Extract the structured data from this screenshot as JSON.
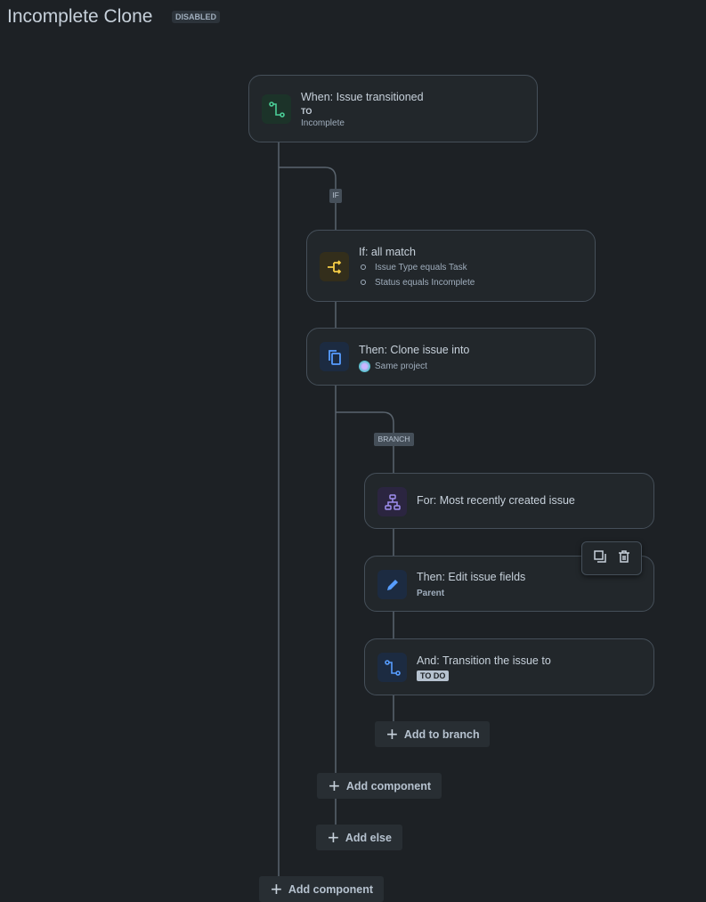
{
  "header": {
    "title": "Incomplete Clone",
    "status_badge": "DISABLED"
  },
  "trigger": {
    "title": "When: Issue transitioned",
    "label": "TO",
    "value": "Incomplete",
    "icon": "transition-icon",
    "color": "#4bce97"
  },
  "if_label": "IF",
  "condition": {
    "title": "If: all match",
    "items": [
      "Issue Type equals Task",
      "Status equals Incomplete"
    ],
    "icon": "condition-icon",
    "color": "#f5cd47"
  },
  "clone": {
    "title": "Then: Clone issue into",
    "value": "Same project",
    "icon": "clone-icon"
  },
  "branch_label": "BRANCH",
  "branch": {
    "title": "For: Most recently created issue",
    "icon": "branch-icon",
    "color": "#9f8fef"
  },
  "edit": {
    "title": "Then: Edit issue fields",
    "value": "Parent",
    "icon": "pencil-icon"
  },
  "transition": {
    "title": "And: Transition the issue to",
    "status": "TO DO",
    "icon": "transition-icon"
  },
  "buttons": {
    "add_to_branch": "Add to branch",
    "add_component": "Add component",
    "add_else": "Add else",
    "add_component_root": "Add component"
  },
  "colors": {
    "accent_blue": "#579dff"
  }
}
